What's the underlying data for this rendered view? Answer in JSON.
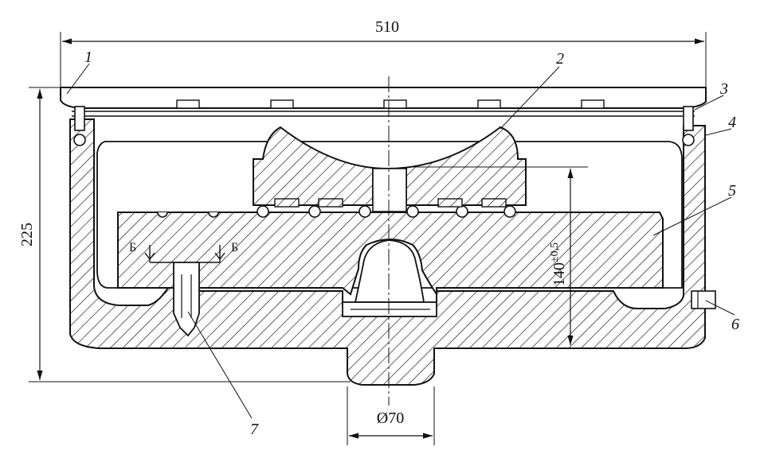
{
  "drawing": {
    "dimensions": {
      "overall_width": "510",
      "height": "225",
      "height_inner": "140",
      "height_inner_tolerance": "±0,5",
      "diameter": "Ø70"
    },
    "callouts": [
      "1",
      "2",
      "3",
      "4",
      "5",
      "6",
      "7"
    ],
    "section_marks": [
      "Б",
      "Б"
    ],
    "colors": {
      "line": "#111111",
      "paper": "#ffffff"
    }
  }
}
